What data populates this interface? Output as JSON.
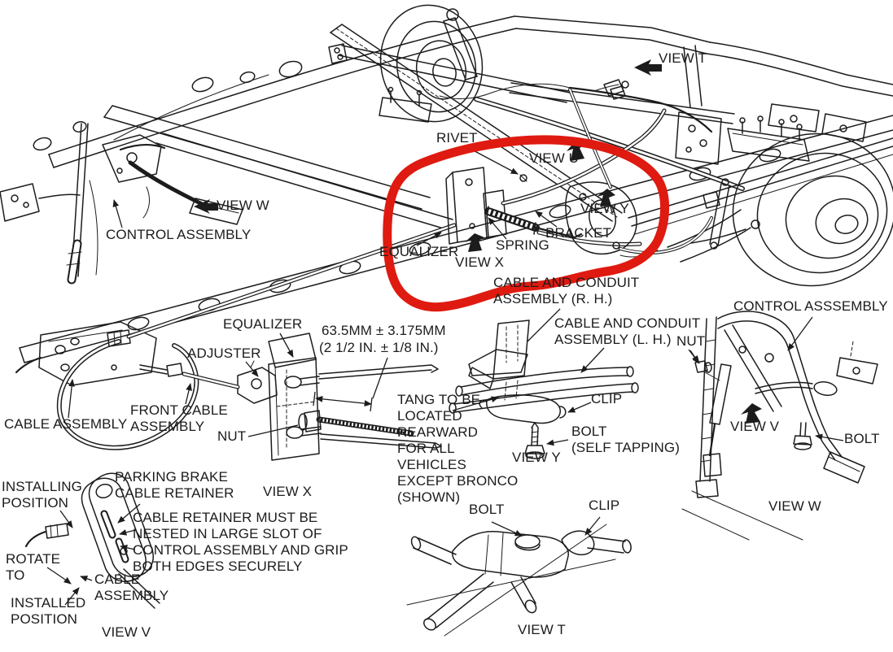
{
  "colors": {
    "ink": "#1c1c1c",
    "paper": "#ffffff",
    "highlight_red": "#df1a10"
  },
  "annotation": {
    "shape": "hand-drawn red loop",
    "color": "#df1a10"
  },
  "labels": {
    "main": {
      "view_t": "VIEW T",
      "rivet": "RIVET",
      "view_u": "VIEW U",
      "view_y": "VIEW Y",
      "bracket": "BRACKET",
      "spring": "SPRING",
      "equalizer": "EQUALIZER",
      "view_x": "VIEW X",
      "view_w": "VIEW W",
      "control_assembly": "CONTROL ASSEMBLY",
      "cable_assembly": "CABLE ASSEMBLY",
      "cable_and_conduit_rh": "CABLE AND CONDUIT\nASSEMBLY (R. H.)"
    },
    "view_x_detail": {
      "equalizer": "EQUALIZER",
      "dimension_metric": "63.5MM ± 3.175MM",
      "dimension_inch": "(2 1/2 IN. ± 1/8 IN.)",
      "adjuster": "ADJUSTER",
      "front_cable_assembly": "FRONT CABLE\nASSEMBLY",
      "nut": "NUT",
      "caption": "VIEW X"
    },
    "view_y_detail": {
      "cable_and_conduit_lh": "CABLE AND CONDUIT\nASSEMBLY (L. H.)",
      "tang_note": "TANG TO BE\nLOCATED\nREARWARD\nFOR ALL\nVEHICLES\nEXCEPT BRONCO\n(SHOWN)",
      "clip": "CLIP",
      "bolt": "BOLT\n(SELF TAPPING)",
      "caption": "VIEW Y"
    },
    "view_v_detail": {
      "installing_position": "INSTALLING\nPOSITION",
      "parking_brake_cable_retainer": "PARKING BRAKE\nCABLE RETAINER",
      "retainer_note": "CABLE RETAINER MUST BE\nNESTED IN LARGE SLOT OF\nCONTROL ASSEMBLY AND GRIP\nBOTH EDGES SECURELY",
      "rotate_to": "ROTATE\nTO",
      "cable_assembly": "CABLE\nASSEMBLY",
      "installed_position": "INSTALLED\nPOSITION",
      "caption": "VIEW V"
    },
    "view_t_detail": {
      "bolt": "BOLT",
      "clip": "CLIP",
      "caption": "VIEW T"
    },
    "view_w_detail": {
      "control_assembly": "CONTROL ASSSEMBLY",
      "nut": "NUT",
      "view_v": "VIEW V",
      "bolt": "BOLT",
      "caption": "VIEW W"
    }
  }
}
